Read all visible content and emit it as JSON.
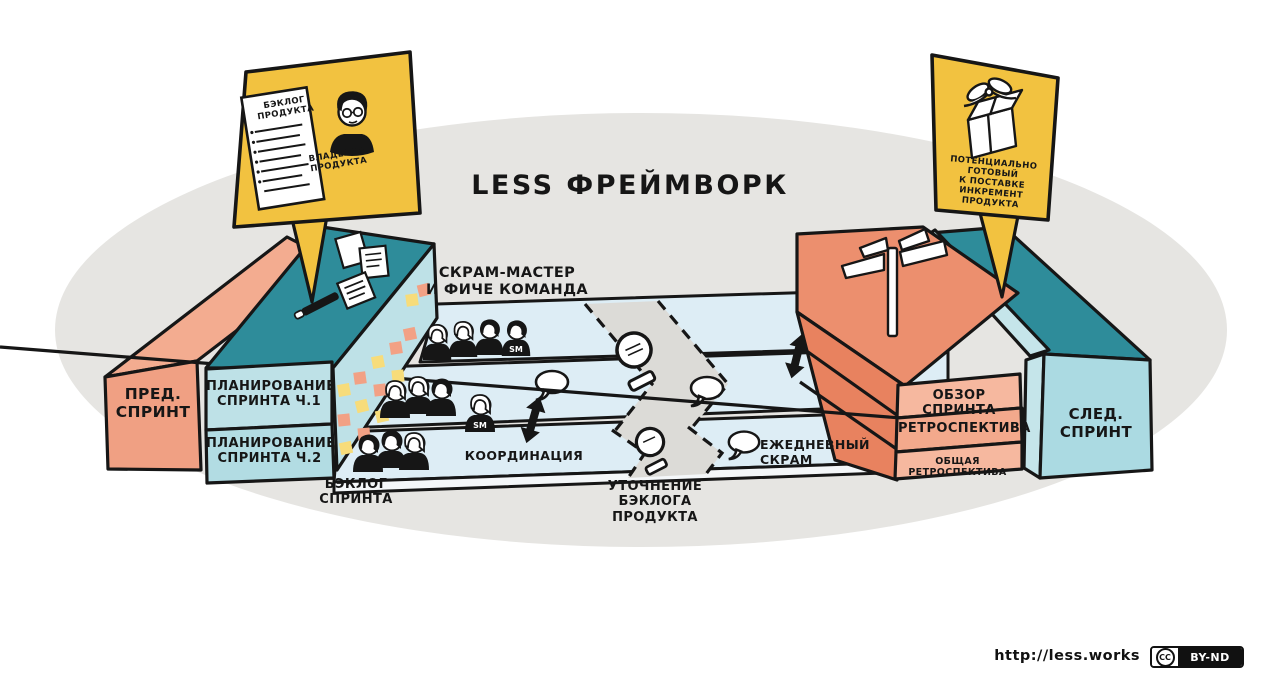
{
  "title": "LESS ФРЕЙМВОРК",
  "callout_left": {
    "doc_title": "БЭКЛОГ\nПРОДУКТА",
    "owner_label": "ВЛАДЕЛЕЦ\nПРОДУКТА"
  },
  "callout_right": {
    "label": "ПОТЕНЦИАЛЬНО ГОТОВЫЙ\nК ПОСТАВКЕ\nИНКРЕМЕНТ ПРОДУКТА"
  },
  "blocks": {
    "prev_sprint": "ПРЕД.\nСПРИНТ",
    "planning1": "ПЛАНИРОВАНИЕ\nСПРИНТА Ч.1",
    "planning2": "ПЛАНИРОВАНИЕ\nСПРИНТА Ч.2",
    "review": "ОБЗОР СПРИНТА",
    "retrospective": "РЕТРОСПЕКТИВА",
    "overall_retrospective": "ОБЩАЯ РЕТРОСПЕКТИВА",
    "next_sprint": "СЛЕД.\nСПРИНТ"
  },
  "labels": {
    "team": "СКРАМ-МАСТЕР\nИ ФИЧЕ КОМАНДА",
    "sprint_backlog": "БЭКЛОГ\nСПРИНТА",
    "coordination": "КООРДИНАЦИЯ",
    "refinement": "УТОЧНЕНИЕ\nБЭКЛОГА\nПРОДУКТА",
    "daily_scrum": "ЕЖЕДНЕВНЫЙ СКРАМ",
    "sm_badge": "SM"
  },
  "footer": {
    "url": "http://less.works",
    "cc_label": "CC",
    "license": "BY-ND"
  },
  "icons": {
    "magnifier": "product-backlog-refinement-magnifier",
    "speech_bubble": "meeting-speech-bubble",
    "gift": "shippable-increment-gift",
    "signpost": "review-signpost",
    "document": "product-backlog-document",
    "double_arrow": "coordination-arrow"
  },
  "colors": {
    "accent_yellow": "#F2C240",
    "salmon": "#EF9476",
    "salmon_light_band": "#F6B89F",
    "salmon_mid_band": "#F3A98C",
    "salmon_dark": "#E8825F",
    "teal_dark": "#2E8C9A",
    "teal_light": "#BEE1E7",
    "teal_front": "#ABDAE2",
    "lane_blue": "#DDEDF5",
    "ellipse_grey": "#E6E5E2",
    "band_grey": "#DCDBD7",
    "sticky_yellow": "#F7DC7A",
    "sticky_orange": "#F2A185",
    "ink": "#161616"
  }
}
